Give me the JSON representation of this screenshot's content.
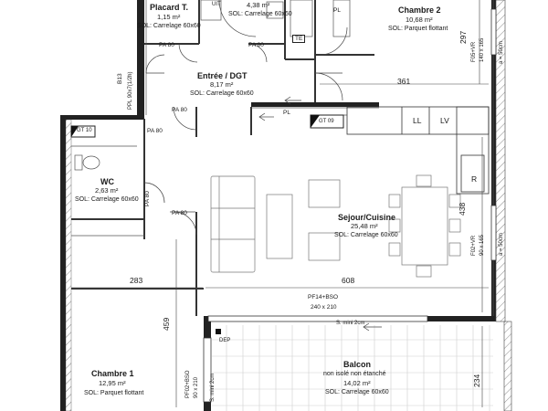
{
  "rooms": {
    "placard": {
      "name": "Placard T.",
      "area": "1,15 m²",
      "floor": "SOL: Carrelage 60x60"
    },
    "sdb": {
      "area": "4,38 m²",
      "floor": "SOL: Carrelage 60x60"
    },
    "chambre2": {
      "name": "Chambre 2",
      "area": "10,68 m²",
      "floor": "SOL: Parquet flottant"
    },
    "entree": {
      "name": "Entrée / DGT",
      "area": "8,17 m²",
      "floor": "SOL: Carrelage 60x60"
    },
    "wc": {
      "name": "WC",
      "area": "2,63 m²",
      "floor": "SOL: Carrelage 60x60"
    },
    "sejour": {
      "name": "Sejour/Cuisine",
      "area": "25,48 m²",
      "floor": "SOL: Carrelage 60x60"
    },
    "chambre1": {
      "name": "Chambre 1",
      "area": "12,95 m²",
      "floor": "SOL: Parquet flottant"
    },
    "balcon": {
      "name": "Balcon",
      "note": "non isolé non étanché",
      "area": "14,02 m²",
      "floor": "SOL: Carrelage 60x60"
    }
  },
  "doors": {
    "pa80_a": "PA 80",
    "pa80_b": "PA 80",
    "pa80_c": "PA 80",
    "pa80_d": "PA 80",
    "pa80_e": "PA 80",
    "pa80_f": "PA 80"
  },
  "dimensions": {
    "d361": "361",
    "d297": "297",
    "d608": "608",
    "d283": "283",
    "d459": "459",
    "d438": "438",
    "d234": "234"
  },
  "windows": {
    "pf14_type": "PF14+BSO",
    "pf14_size": "240 x 210",
    "pf02_type": "PF02+BSO",
    "pf02_size": "90 x 210",
    "f02_type": "F02+VR",
    "f02_size": "90 x 165",
    "f05_type": "F05+VR",
    "f05_size": "140 x 165",
    "smini_a": "S. mini 2cm",
    "smini_b": "S. mini 2cm",
    "allege_a": "a = 50cm",
    "allege_b": "a = 50cm"
  },
  "equipment": {
    "pl_a": "PL",
    "pl_b": "PL",
    "te": "TE",
    "gt09": "GT 09",
    "gt10": "GT 10",
    "ll": "LL",
    "lv": "LV",
    "r": "R",
    "uit": "UIT",
    "dep": "DEP",
    "b13": "B13",
    "ppl": "PPL 90x7(1/2h)"
  }
}
